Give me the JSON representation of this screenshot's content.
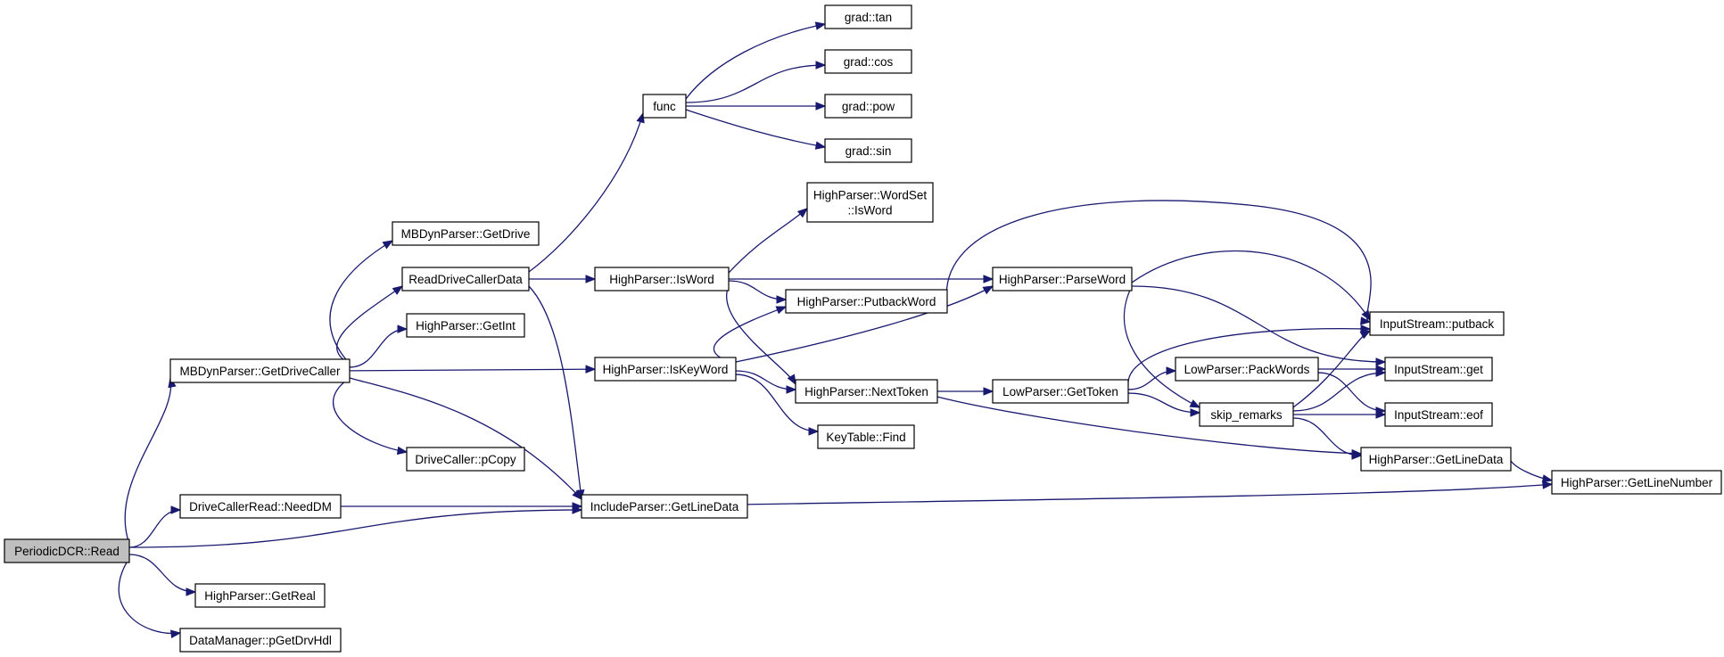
{
  "diagram": {
    "title": "",
    "colors": {
      "edge": "#191970",
      "root_fill": "#bfbfbf",
      "node_fill": "#ffffff",
      "node_border": "#000000"
    },
    "nodes": [
      {
        "id": "read",
        "label": [
          "PeriodicDCR::Read"
        ],
        "root": true
      },
      {
        "id": "getDriveCaller",
        "label": [
          "MBDynParser::GetDriveCaller"
        ]
      },
      {
        "id": "needDM",
        "label": [
          "DriveCallerRead::NeedDM"
        ]
      },
      {
        "id": "getReal",
        "label": [
          "HighParser::GetReal"
        ]
      },
      {
        "id": "pGetDrvHdl",
        "label": [
          "DataManager::pGetDrvHdl"
        ]
      },
      {
        "id": "getDrive",
        "label": [
          "MBDynParser::GetDrive"
        ]
      },
      {
        "id": "readDriveCallerData",
        "label": [
          "ReadDriveCallerData"
        ]
      },
      {
        "id": "getInt",
        "label": [
          "HighParser::GetInt"
        ]
      },
      {
        "id": "pCopy",
        "label": [
          "DriveCaller::pCopy"
        ]
      },
      {
        "id": "incGetLineData",
        "label": [
          "IncludeParser::GetLineData"
        ]
      },
      {
        "id": "func",
        "label": [
          "func"
        ]
      },
      {
        "id": "isWord",
        "label": [
          "HighParser::IsWord"
        ]
      },
      {
        "id": "isKeyWord",
        "label": [
          "HighParser::IsKeyWord"
        ]
      },
      {
        "id": "gradTan",
        "label": [
          "grad::tan"
        ]
      },
      {
        "id": "gradCos",
        "label": [
          "grad::cos"
        ]
      },
      {
        "id": "gradPow",
        "label": [
          "grad::pow"
        ]
      },
      {
        "id": "gradSin",
        "label": [
          "grad::sin"
        ]
      },
      {
        "id": "wordSetIsWord",
        "label": [
          "HighParser::WordSet",
          "::IsWord"
        ]
      },
      {
        "id": "putbackWord",
        "label": [
          "HighParser::PutbackWord"
        ]
      },
      {
        "id": "parseWord",
        "label": [
          "HighParser::ParseWord"
        ]
      },
      {
        "id": "nextToken",
        "label": [
          "HighParser::NextToken"
        ]
      },
      {
        "id": "find",
        "label": [
          "KeyTable::Find"
        ]
      },
      {
        "id": "lpGetToken",
        "label": [
          "LowParser::GetToken"
        ]
      },
      {
        "id": "packWords",
        "label": [
          "LowParser::PackWords"
        ]
      },
      {
        "id": "skipRemarks",
        "label": [
          "skip_remarks"
        ]
      },
      {
        "id": "putback",
        "label": [
          "InputStream::putback"
        ]
      },
      {
        "id": "get",
        "label": [
          "InputStream::get"
        ]
      },
      {
        "id": "eof",
        "label": [
          "InputStream::eof"
        ]
      },
      {
        "id": "hpGetLineData",
        "label": [
          "HighParser::GetLineData"
        ]
      },
      {
        "id": "getLineNumber",
        "label": [
          "HighParser::GetLineNumber"
        ]
      }
    ],
    "edges": [
      {
        "from": "read",
        "to": "getDriveCaller"
      },
      {
        "from": "read",
        "to": "needDM"
      },
      {
        "from": "read",
        "to": "incGetLineData"
      },
      {
        "from": "read",
        "to": "getReal"
      },
      {
        "from": "read",
        "to": "pGetDrvHdl"
      },
      {
        "from": "getDriveCaller",
        "to": "getDrive"
      },
      {
        "from": "getDriveCaller",
        "to": "readDriveCallerData"
      },
      {
        "from": "getDriveCaller",
        "to": "getInt"
      },
      {
        "from": "getDriveCaller",
        "to": "isKeyWord"
      },
      {
        "from": "getDriveCaller",
        "to": "pCopy"
      },
      {
        "from": "getDriveCaller",
        "to": "incGetLineData"
      },
      {
        "from": "needDM",
        "to": "incGetLineData"
      },
      {
        "from": "readDriveCallerData",
        "to": "func"
      },
      {
        "from": "readDriveCallerData",
        "to": "isWord"
      },
      {
        "from": "readDriveCallerData",
        "to": "incGetLineData"
      },
      {
        "from": "func",
        "to": "gradTan"
      },
      {
        "from": "func",
        "to": "gradCos"
      },
      {
        "from": "func",
        "to": "gradPow"
      },
      {
        "from": "func",
        "to": "gradSin"
      },
      {
        "from": "isWord",
        "to": "wordSetIsWord"
      },
      {
        "from": "isWord",
        "to": "putbackWord"
      },
      {
        "from": "isWord",
        "to": "parseWord"
      },
      {
        "from": "isWord",
        "to": "nextToken"
      },
      {
        "from": "isKeyWord",
        "to": "putbackWord"
      },
      {
        "from": "isKeyWord",
        "to": "parseWord"
      },
      {
        "from": "isKeyWord",
        "to": "nextToken"
      },
      {
        "from": "isKeyWord",
        "to": "find"
      },
      {
        "from": "putbackWord",
        "to": "putback"
      },
      {
        "from": "parseWord",
        "to": "putback"
      },
      {
        "from": "parseWord",
        "to": "get"
      },
      {
        "from": "parseWord",
        "to": "skipRemarks"
      },
      {
        "from": "nextToken",
        "to": "lpGetToken"
      },
      {
        "from": "nextToken",
        "to": "hpGetLineData"
      },
      {
        "from": "lpGetToken",
        "to": "packWords"
      },
      {
        "from": "lpGetToken",
        "to": "putback"
      },
      {
        "from": "lpGetToken",
        "to": "skipRemarks"
      },
      {
        "from": "packWords",
        "to": "get"
      },
      {
        "from": "packWords",
        "to": "eof"
      },
      {
        "from": "skipRemarks",
        "to": "putback"
      },
      {
        "from": "skipRemarks",
        "to": "get"
      },
      {
        "from": "skipRemarks",
        "to": "eof"
      },
      {
        "from": "skipRemarks",
        "to": "hpGetLineData"
      },
      {
        "from": "hpGetLineData",
        "to": "getLineNumber"
      },
      {
        "from": "incGetLineData",
        "to": "getLineNumber"
      }
    ]
  }
}
